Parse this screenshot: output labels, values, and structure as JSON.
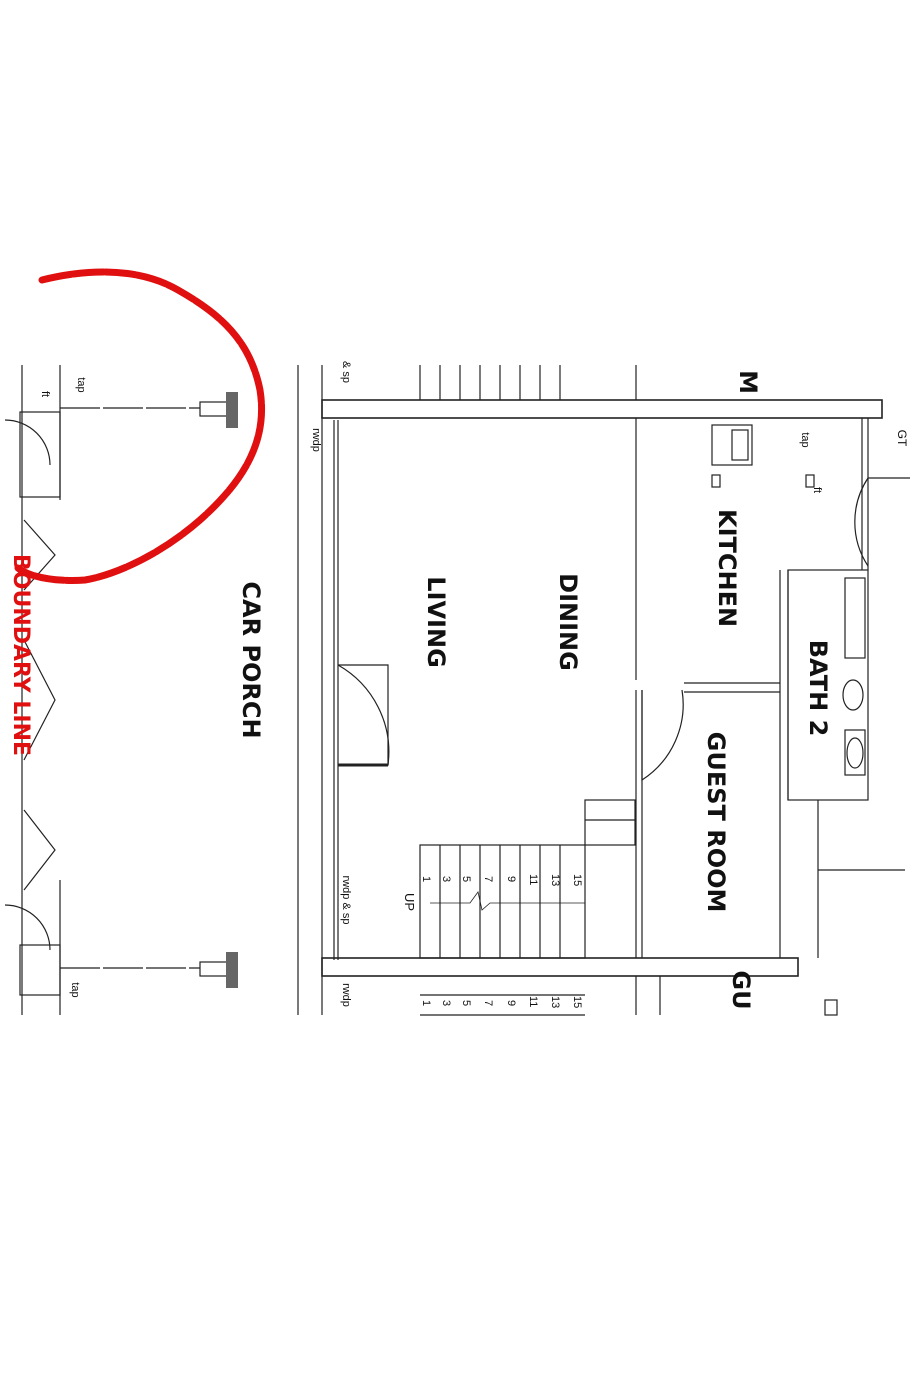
{
  "rooms": {
    "car_porch": "CAR PORCH",
    "living": "LIVING",
    "dining": "DINING",
    "kitchen": "KITCHEN",
    "bath2": "BATH 2",
    "guest_room": "GUEST ROOM",
    "partial_top": "M",
    "partial_bottom": "GU"
  },
  "boundary_label": "BOUNDARY LINE",
  "labels": {
    "rwdp_sp": "rwdp & sp",
    "rwdp": "rwdp",
    "sp_top": "& sp",
    "tap": "tap",
    "ft": "ft",
    "gt": "GT",
    "up": "UP"
  },
  "stair_numbers": [
    "1",
    "3",
    "5",
    "7",
    "9",
    "11",
    "13",
    "15"
  ],
  "colors": {
    "annotation": "#e01010",
    "lines": "#222222"
  }
}
